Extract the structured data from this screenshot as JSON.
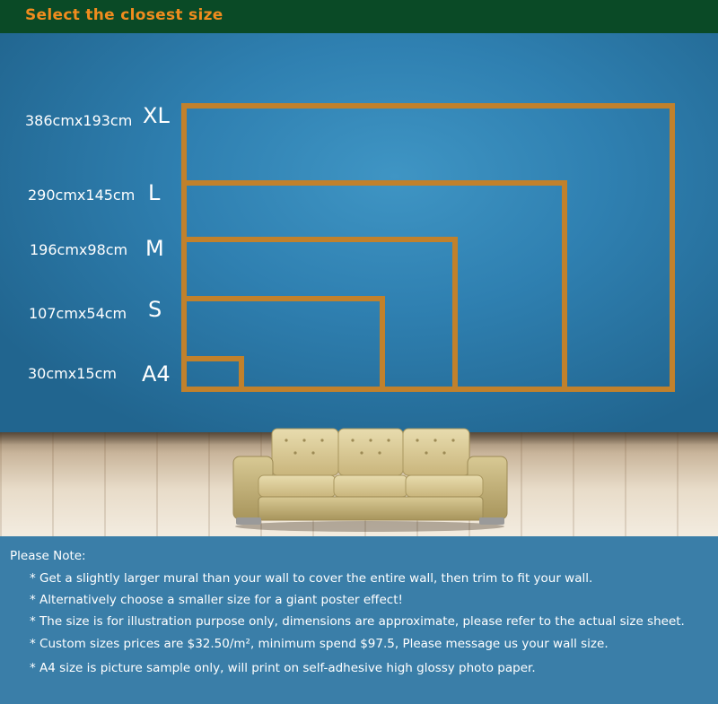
{
  "header": {
    "title": "Select the closest size"
  },
  "sizes": [
    {
      "code": "XL",
      "dimensions": "386cmx193cm"
    },
    {
      "code": "L",
      "dimensions": "290cmx145cm"
    },
    {
      "code": "M",
      "dimensions": "196cmx98cm"
    },
    {
      "code": "S",
      "dimensions": "107cmx54cm"
    },
    {
      "code": "A4",
      "dimensions": "30cmx15cm"
    }
  ],
  "colors": {
    "header_bg": "#0a4a26",
    "title": "#f08c1e",
    "frame": "#c1812c",
    "wall": "#2f80b1",
    "notes_bg": "#3a7ea8"
  },
  "scene": {
    "furniture": "sofa-icon"
  },
  "notes": {
    "title": "Please Note:",
    "items": [
      "* Get a slightly larger mural than your wall to cover the entire wall, then trim to fit your wall.",
      "* Alternatively choose a smaller size for a giant poster effect!",
      "* The size is for illustration purpose only, dimensions are approximate, please refer to the actual size sheet.",
      "* Custom sizes prices are $32.50/m², minimum spend $97.5, Please message us your wall size.",
      "* A4 size is picture sample only, will print on self-adhesive high glossy photo paper."
    ]
  }
}
